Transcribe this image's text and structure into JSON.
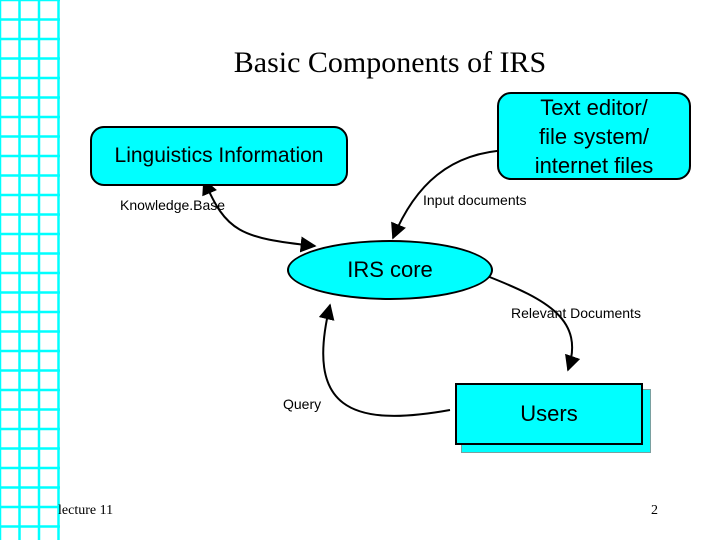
{
  "slide": {
    "title": "Basic Components of IRS",
    "footer_left": "lecture 11",
    "page_number": "2"
  },
  "boxes": {
    "linguistics": "Linguistics Information",
    "text_editor": "Text editor/\nfile system/\ninternet files",
    "irs_core": "IRS core",
    "users": "Users"
  },
  "edge_labels": {
    "knowledge_base": "Knowledge.Base",
    "input_documents": "Input documents",
    "relevant_documents": "Relevant Documents",
    "query": "Query"
  },
  "colors": {
    "box_fill": "#00ffff",
    "grid_line": "#00ffff",
    "text": "#000000"
  }
}
